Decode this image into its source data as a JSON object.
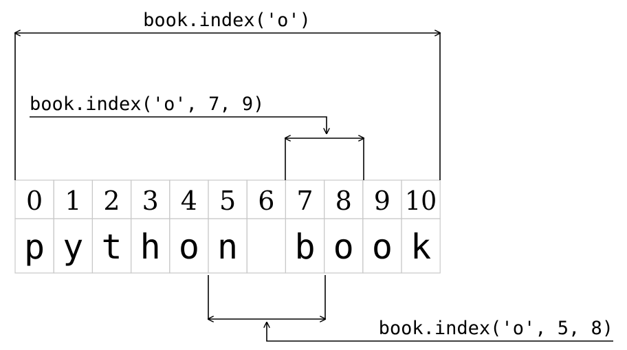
{
  "labels": {
    "full": "book.index('o')",
    "range_7_9": "book.index('o', 7, 9)",
    "range_5_8": "book.index('o', 5, 8)"
  },
  "indices": [
    "0",
    "1",
    "2",
    "3",
    "4",
    "5",
    "6",
    "7",
    "8",
    "9",
    "10"
  ],
  "characters": [
    "p",
    "y",
    "t",
    "h",
    "o",
    "n",
    " ",
    "b",
    "o",
    "o",
    "k"
  ],
  "brackets": {
    "full": {
      "start": 0,
      "end": 10
    },
    "range_7_9": {
      "start": 7,
      "end": 9
    },
    "range_5_8": {
      "start": 5,
      "end": 8
    }
  },
  "colors": {
    "line": "#000000",
    "grid": "#c8c8c8",
    "text": "#000000"
  }
}
